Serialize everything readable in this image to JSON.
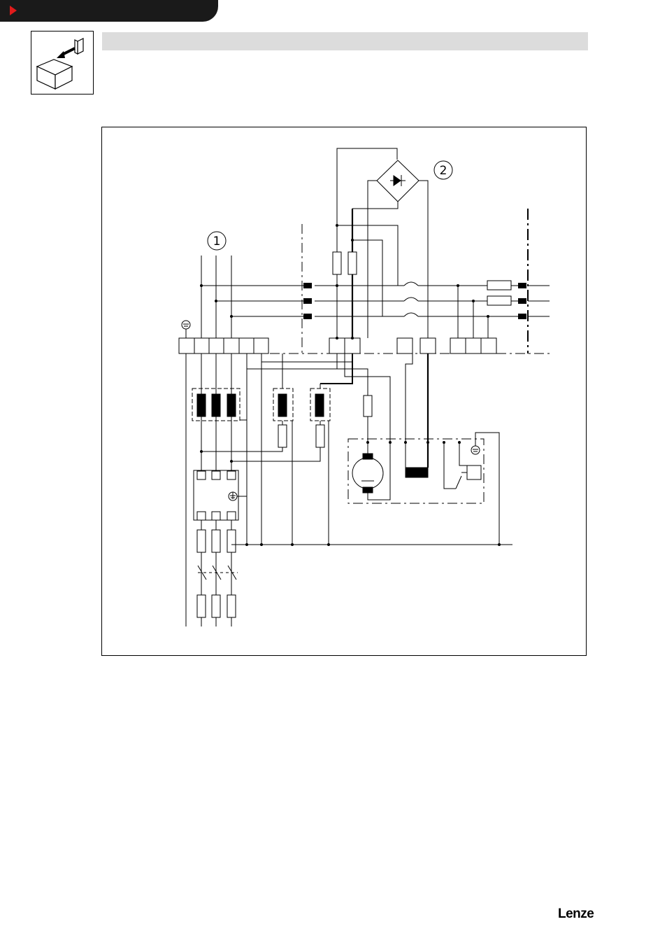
{
  "header": {
    "marker_icon": "red-triangle-icon",
    "accent_color": "#e01b1b",
    "bar_color": "#1a1a1a"
  },
  "section_icon": "installation-icon",
  "title_bar": {
    "text": "",
    "background": "#dcdcdc"
  },
  "diagram": {
    "callouts": [
      {
        "label": "1"
      },
      {
        "label": "2"
      }
    ]
  },
  "footer": {
    "brand": "Lenze"
  }
}
